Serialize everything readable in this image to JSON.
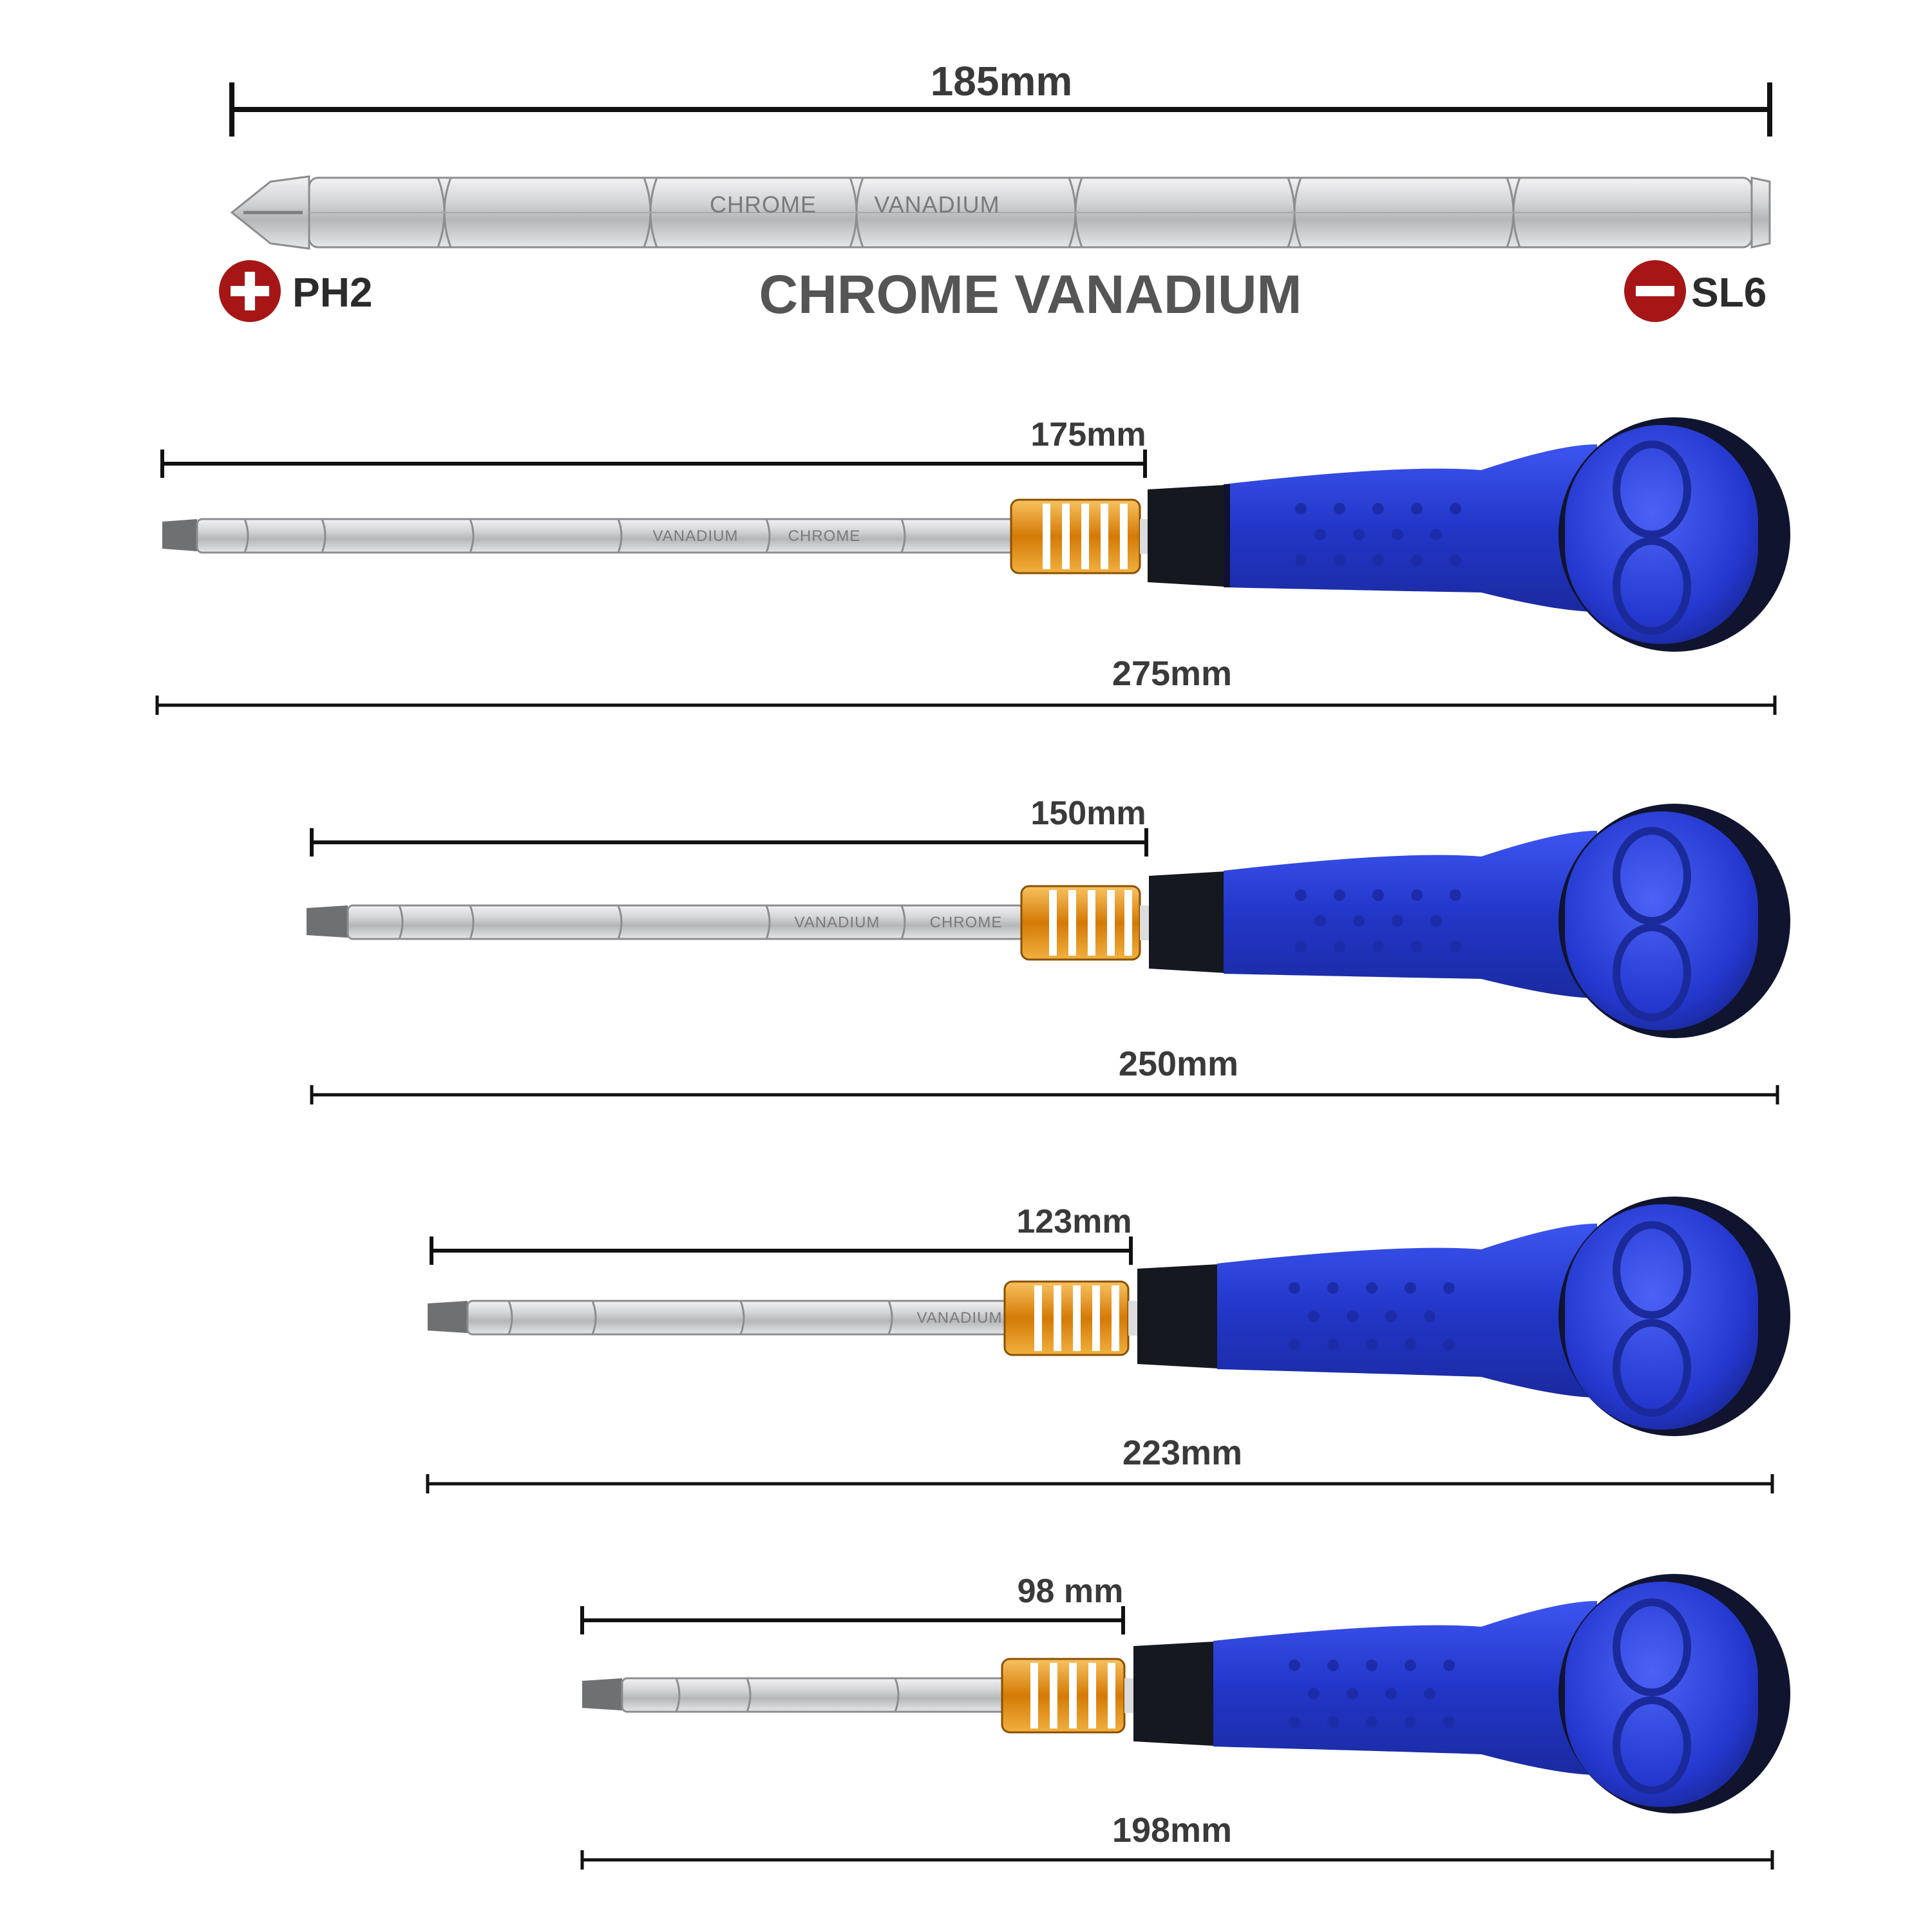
{
  "top_bit": {
    "length_label": "185mm",
    "etch_left": "CHROME",
    "etch_right": "VANADIUM",
    "material_title": "CHROME VANADIUM",
    "tip_left": {
      "type": "phillips",
      "label": "PH2",
      "icon": "plus-circle-icon"
    },
    "tip_right": {
      "type": "slotted",
      "label": "SL6",
      "icon": "minus-circle-icon"
    }
  },
  "screwdrivers": [
    {
      "shaft_label": "175mm",
      "total_label": "275mm",
      "etch_1": "VANADIUM",
      "etch_2": "CHROME"
    },
    {
      "shaft_label": "150mm",
      "total_label": "250mm",
      "etch_1": "VANADIUM",
      "etch_2": "CHROME"
    },
    {
      "shaft_label": "123mm",
      "total_label": "223mm",
      "etch_1": "VANADIUM",
      "etch_2": ""
    },
    {
      "shaft_label": "98 mm",
      "total_label": "198mm",
      "etch_1": "",
      "etch_2": ""
    }
  ],
  "colors": {
    "handle_blue": "#2a3fd6",
    "handle_dark": "#141a3a",
    "collar_gold": "#e08a10",
    "steel": "#c9cacc",
    "icon_red": "#a61616",
    "dimension_line": "#111111"
  }
}
